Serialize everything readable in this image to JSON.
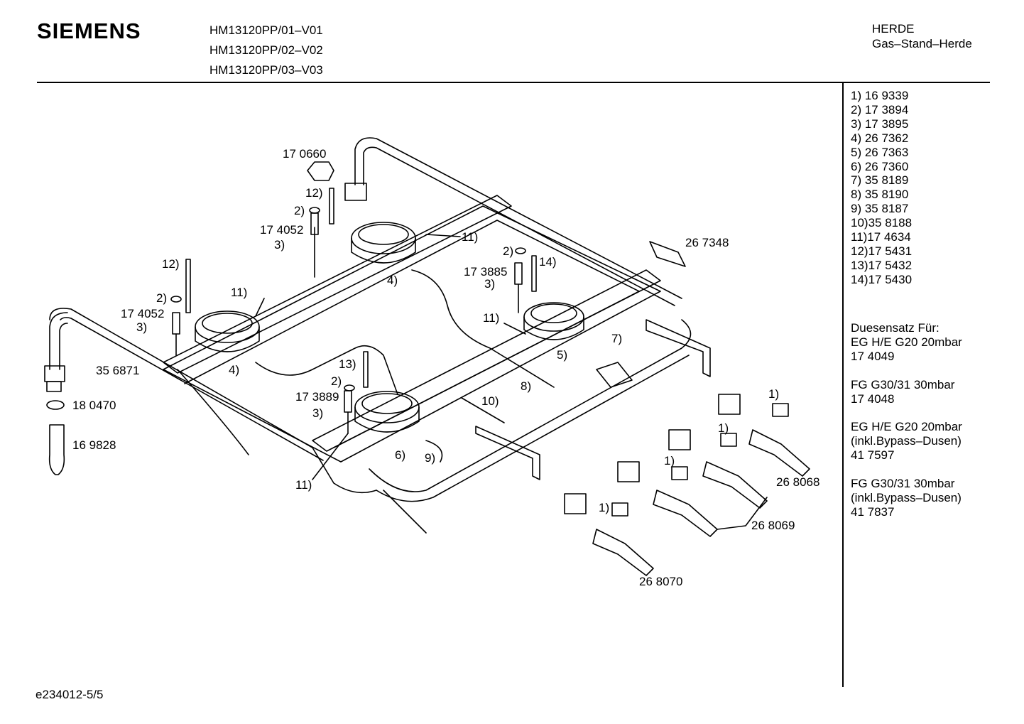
{
  "header": {
    "brand": "SIEMENS",
    "models": [
      "HM13120PP/01–V01",
      "HM13120PP/02–V02",
      "HM13120PP/03–V03"
    ],
    "category": "HERDE",
    "subcategory": "Gas–Stand–Herde"
  },
  "parts_list": [
    "1) 16 9339",
    "2) 17 3894",
    "3) 17 3895",
    "4) 26 7362",
    "5) 26 7363",
    "6) 26 7360",
    "7) 35 8189",
    "8) 35 8190",
    "9) 35 8187",
    "10)35 8188",
    "11)17 4634",
    "12)17 5431",
    "13)17 5432",
    "14)17 5430"
  ],
  "nozzle_sets": {
    "heading": "Duesensatz Für:",
    "groups": [
      {
        "lines": [
          "EG H/E G20 20mbar",
          "17 4049"
        ]
      },
      {
        "lines": [
          "FG G30/31 30mbar",
          "17 4048"
        ]
      },
      {
        "lines": [
          "EG H/E G20 20mbar",
          "(inkl.Bypass–Dusen)",
          "41 7597"
        ]
      },
      {
        "lines": [
          "FG G30/31 30mbar",
          "(inkl.Bypass–Dusen)",
          "41 7837"
        ]
      }
    ]
  },
  "callouts": {
    "p170660": "17 0660",
    "p12a": "12)",
    "p2a": "2)",
    "p174052a": "17 4052",
    "p3a": "3)",
    "p11a": "11)",
    "p12b": "12)",
    "p2b": "2)",
    "p174052b": "17 4052",
    "p3b": "3)",
    "p11b": "11)",
    "p4a": "4)",
    "p356871": "35 6871",
    "p180470": "18 0470",
    "p169828": "16 9828",
    "p4b": "4)",
    "p13": "13)",
    "p2c": "2)",
    "p173889": "17 3889",
    "p3c": "3)",
    "p11c": "11)",
    "p6": "6)",
    "p9": "9)",
    "p10": "10)",
    "p8": "8)",
    "p5": "5)",
    "p11d": "11)",
    "p2d": "2)",
    "p14": "14)",
    "p173885": "17 3885",
    "p3d": "3)",
    "p7": "7)",
    "p267348": "26 7348",
    "p1a": "1)",
    "p1b": "1)",
    "p1c": "1)",
    "p1d": "1)",
    "p268068": "26 8068",
    "p268069": "26 8069",
    "p268070": "26 8070"
  },
  "footer": "e234012-5/5"
}
